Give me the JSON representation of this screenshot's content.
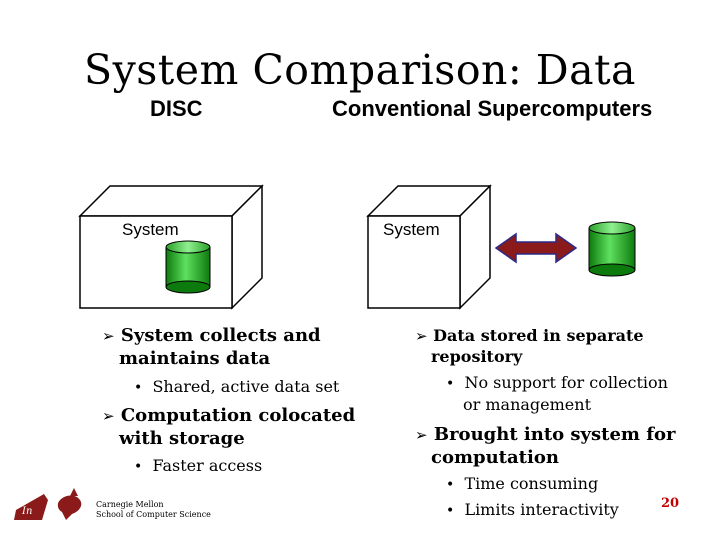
{
  "slide": {
    "title": "System Comparison: Data",
    "left_heading": "DISC",
    "right_heading": "Conventional Supercomputers",
    "left_box_label": "System",
    "right_box_label": "System",
    "left_bullets": {
      "b1_line1": "System collects and",
      "b1_line2": "maintains data",
      "b1_sub": "Shared, active data set",
      "b2_line1": "Computation colocated",
      "b2_line2": "with storage",
      "b2_sub": "Faster access"
    },
    "right_bullets": {
      "b1_line1": "Data stored in separate",
      "b1_line2": "repository",
      "b1_sub_line1": "No support for collection",
      "b1_sub_line2": "or management",
      "b2_line1": "Brought into system for",
      "b2_line2": "computation",
      "b2_sub1": "Time consuming",
      "b2_sub2": "Limits interactivity"
    },
    "footer": {
      "line1": "Carnegie Mellon",
      "line2": "School of Computer Science"
    },
    "page_number": "20",
    "colors": {
      "cylinder_green": "#22aa22",
      "arrow_red": "#8b1a1a",
      "page_number": "#c00000"
    }
  }
}
